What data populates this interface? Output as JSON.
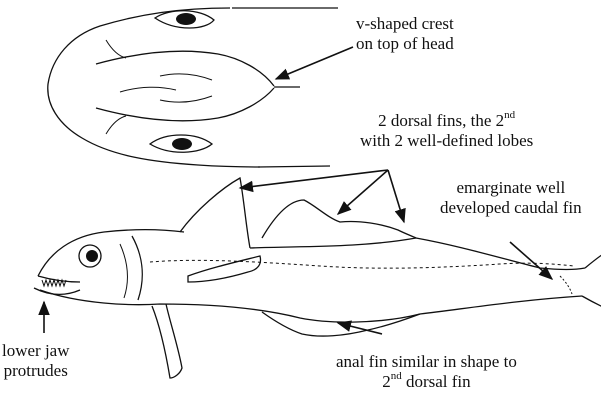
{
  "labels": {
    "crest": {
      "line1": "v-shaped crest",
      "line2": "on top of head"
    },
    "dorsal": {
      "line1_pre": "2 dorsal fins, the 2",
      "line1_sup": "nd",
      "line2": "with 2 well-defined lobes"
    },
    "caudal": {
      "line1": "emarginate well",
      "line2": "developed caudal fin"
    },
    "jaw": {
      "line1": "lower jaw",
      "line2": "protrudes"
    },
    "anal": {
      "line1": "anal fin similar in shape to",
      "line2_sup": "nd",
      "line2_post": " dorsal fin",
      "line2_pre": "2"
    }
  },
  "colors": {
    "ink": "#111111",
    "eye_fill": "#d8d8d8",
    "background": "#ffffff"
  }
}
